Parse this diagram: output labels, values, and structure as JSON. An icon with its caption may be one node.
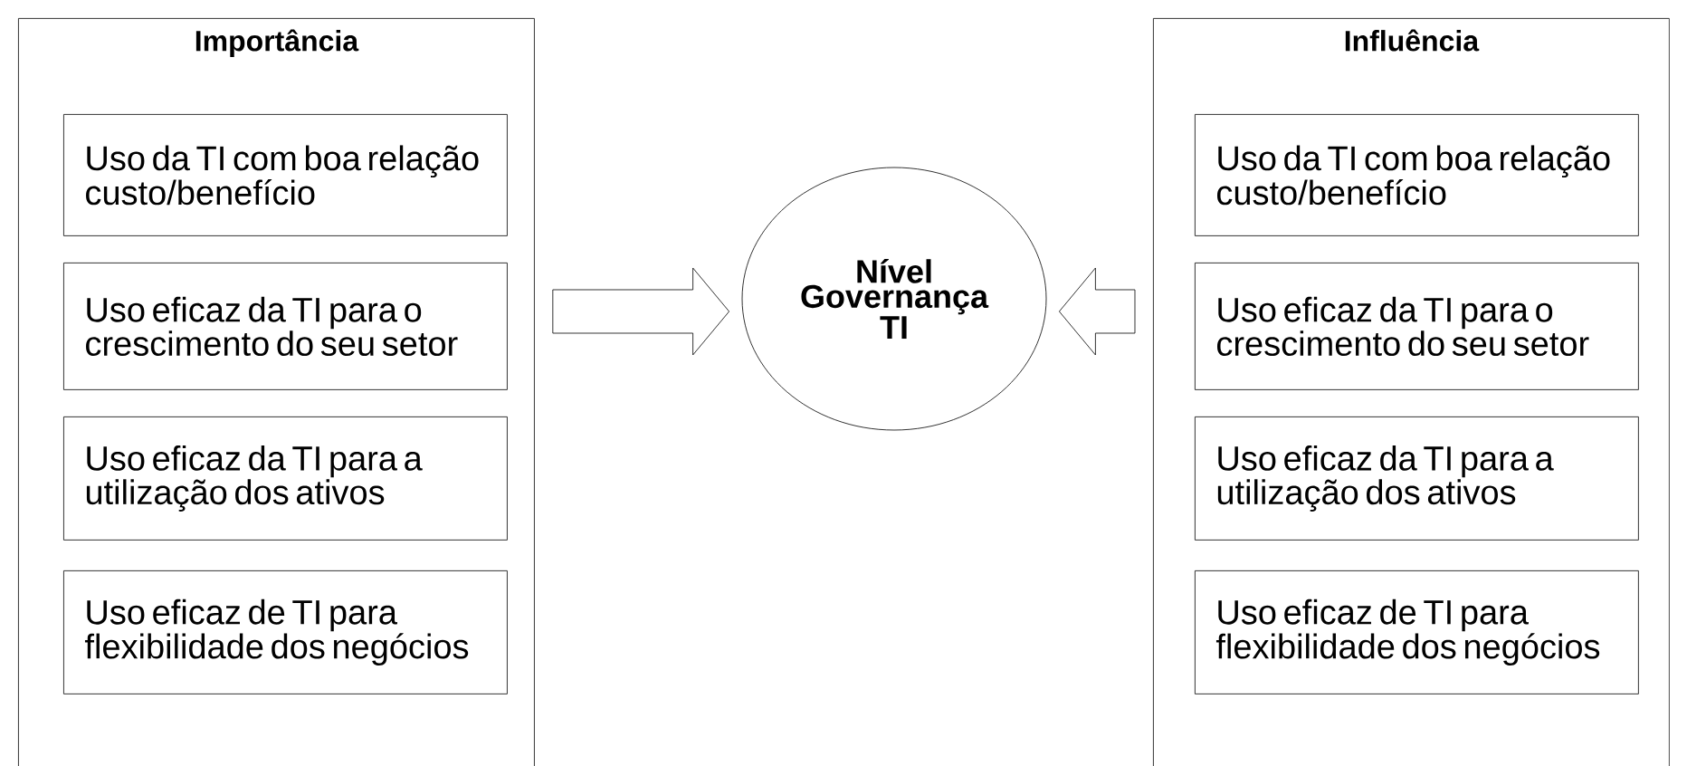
{
  "diagram": {
    "nodes": [
      {
        "text": [
          "Importância"
        ]
      },
      {
        "text": [
          "Uso da TI com boa relação custo/benefício"
        ],
        "in": 0
      },
      {
        "text": [
          "Uso eficaz da TI para o crescimento do seu setor"
        ],
        "in": 0
      },
      {
        "text": [
          "Uso eficaz da TI para a utilização dos ativos"
        ],
        "in": 0
      },
      {
        "text": [
          "Uso eficaz de TI para flexibilidade dos negócios"
        ],
        "in": 0
      },
      {
        "text": [
          "Nível Governança TI"
        ]
      },
      {
        "text": [
          "Influência"
        ]
      },
      {
        "text": [
          "Uso da TI com boa relação custo/benefício"
        ],
        "in": 6
      },
      {
        "text": [
          "Uso eficaz da TI para o crescimento do seu setor"
        ],
        "in": 6
      },
      {
        "text": [
          "Uso eficaz da TI para a utilização dos ativos"
        ],
        "in": 6
      },
      {
        "text": [
          "Uso eficaz de TI para flexibilidade dos negócios"
        ],
        "in": 6
      }
    ],
    "edges": [
      {
        "from": 0,
        "to": 5,
        "arrow": "to"
      },
      {
        "from": 6,
        "to": 5,
        "arrow": "to"
      }
    ]
  }
}
